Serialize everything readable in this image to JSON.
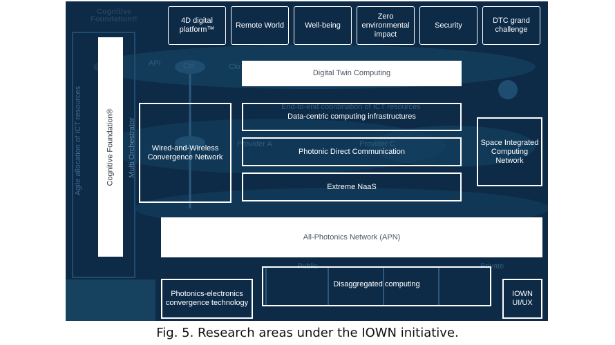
{
  "diagram": {
    "cognitive_foundation_label": "Cognitive Foundation®",
    "top_row": [
      "4D digital platform™",
      "Remote World",
      "Well-being",
      "Zero environmental impact",
      "Security",
      "DTC grand challenge"
    ],
    "digital_twin_computing": "Digital Twin Computing",
    "end_to_end": "End-to-end coordination of ICT resources",
    "agile": "Agile allocation of ICT resources",
    "cognitive_foundation_vertical": "Cognitive Foundation®",
    "multi_orchestrator": "Multi Orchestrator",
    "wired_wireless": "Wired-and-Wireless Convergence Network",
    "data_centric": "Data-centric computing infrastructures",
    "photonic_direct": "Photonic Direct Communication",
    "extreme_naas": "Extreme NaaS",
    "space_integrated": "Space Integrated Computing Network",
    "apn": "All-Photonics Network (APN)",
    "disaggregated": "Disaggregated computing",
    "photonics_electronics": "Photonics-electronics convergence technology",
    "iown_uiux": "IOWN UI/UX",
    "bg_api": "API",
    "bg_ctrl": "Ctrl",
    "bg_cloud": "Clo",
    "bg_provider_a": "Provider A",
    "bg_provider_c": "Provider C",
    "bg_public": "Public",
    "bg_private": "Private"
  },
  "caption": "Fig. 5. Research areas under the IOWN initiative."
}
